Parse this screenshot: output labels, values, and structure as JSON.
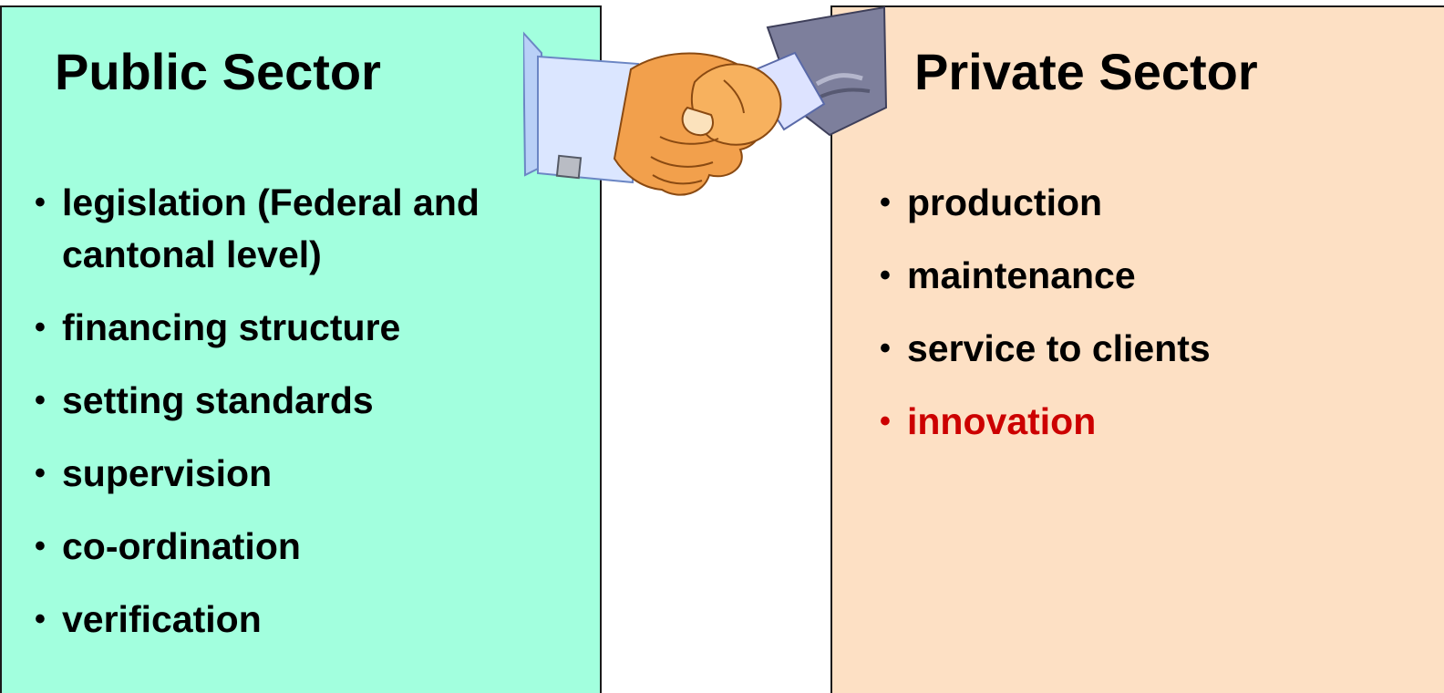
{
  "public_sector": {
    "title": "Public Sector",
    "items": [
      {
        "text": "legislation (Federal and cantonal level)"
      },
      {
        "text": "financing structure"
      },
      {
        "text": "setting standards"
      },
      {
        "text": "supervision"
      },
      {
        "text": "co-ordination"
      },
      {
        "text": "verification"
      }
    ],
    "background": "#a2ffde"
  },
  "private_sector": {
    "title": "Private Sector",
    "items": [
      {
        "text": "production"
      },
      {
        "text": "maintenance"
      },
      {
        "text": "service to clients"
      },
      {
        "text": "innovation",
        "color": "#cc0000"
      }
    ],
    "background": "#fde0c4"
  },
  "bullet_glyph": "•",
  "illustration": "handshake-icon"
}
